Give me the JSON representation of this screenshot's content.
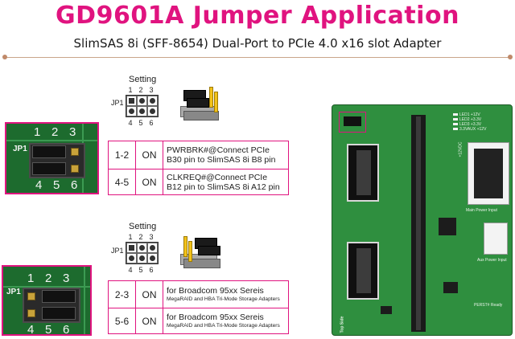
{
  "header": {
    "title": "GD9601A Jumper Application",
    "subtitle": "SlimSAS 8i (SFF-8654) Dual-Port to PCIe 4.0 x16 slot Adapter"
  },
  "colors": {
    "accent": "#e0137f",
    "pcb_green": "#2f8f3f",
    "jumper_gold": "#f2c21a"
  },
  "section1": {
    "setting_title": "Setting",
    "jp_label": "JP1",
    "pins_top": [
      "1",
      "2",
      "3"
    ],
    "pins_bottom": [
      "4",
      "5",
      "6"
    ],
    "photo": {
      "label": "JP1",
      "pins_top": [
        "1",
        "2",
        "3"
      ],
      "pins_bottom": [
        "4",
        "5",
        "6"
      ]
    },
    "rows": [
      {
        "pins": "1-2",
        "state": "ON",
        "line1": "PWRBRK#@Connect PCIe",
        "line2": "B30 pin to SlimSAS 8i B8 pin"
      },
      {
        "pins": "4-5",
        "state": "ON",
        "line1": "CLKREQ#@Connect PCIe",
        "line2": "B12 pin to SlimSAS 8i A12 pin"
      }
    ]
  },
  "section2": {
    "setting_title": "Setting",
    "jp_label": "JP1",
    "pins_top": [
      "1",
      "2",
      "3"
    ],
    "pins_bottom": [
      "4",
      "5",
      "6"
    ],
    "photo": {
      "label": "JP1",
      "pins_top": [
        "1",
        "2",
        "3"
      ],
      "pins_bottom": [
        "4",
        "5",
        "6"
      ]
    },
    "rows": [
      {
        "pins": "2-3",
        "state": "ON",
        "line1": "for Broadcom 95xx Sereis",
        "line2": "MegaRAID and HBA Tri-Mode Storage Adapters"
      },
      {
        "pins": "5-6",
        "state": "ON",
        "line1": "for Broadcom 95xx Sereis",
        "line2": "MegaRAID and HBA Tri-Mode Storage Adapters"
      }
    ]
  },
  "board": {
    "leds": [
      "LED1 +12V",
      "LED2 +3.3V",
      "LED3 +3.3V",
      "3.3VAUX +12V"
    ],
    "labels": {
      "main_power": "Main Power Input",
      "aux_power": "Aux Power Input",
      "perst": "PERST# Ready",
      "top_side": "Top Side",
      "v12": "+12VDC"
    }
  }
}
